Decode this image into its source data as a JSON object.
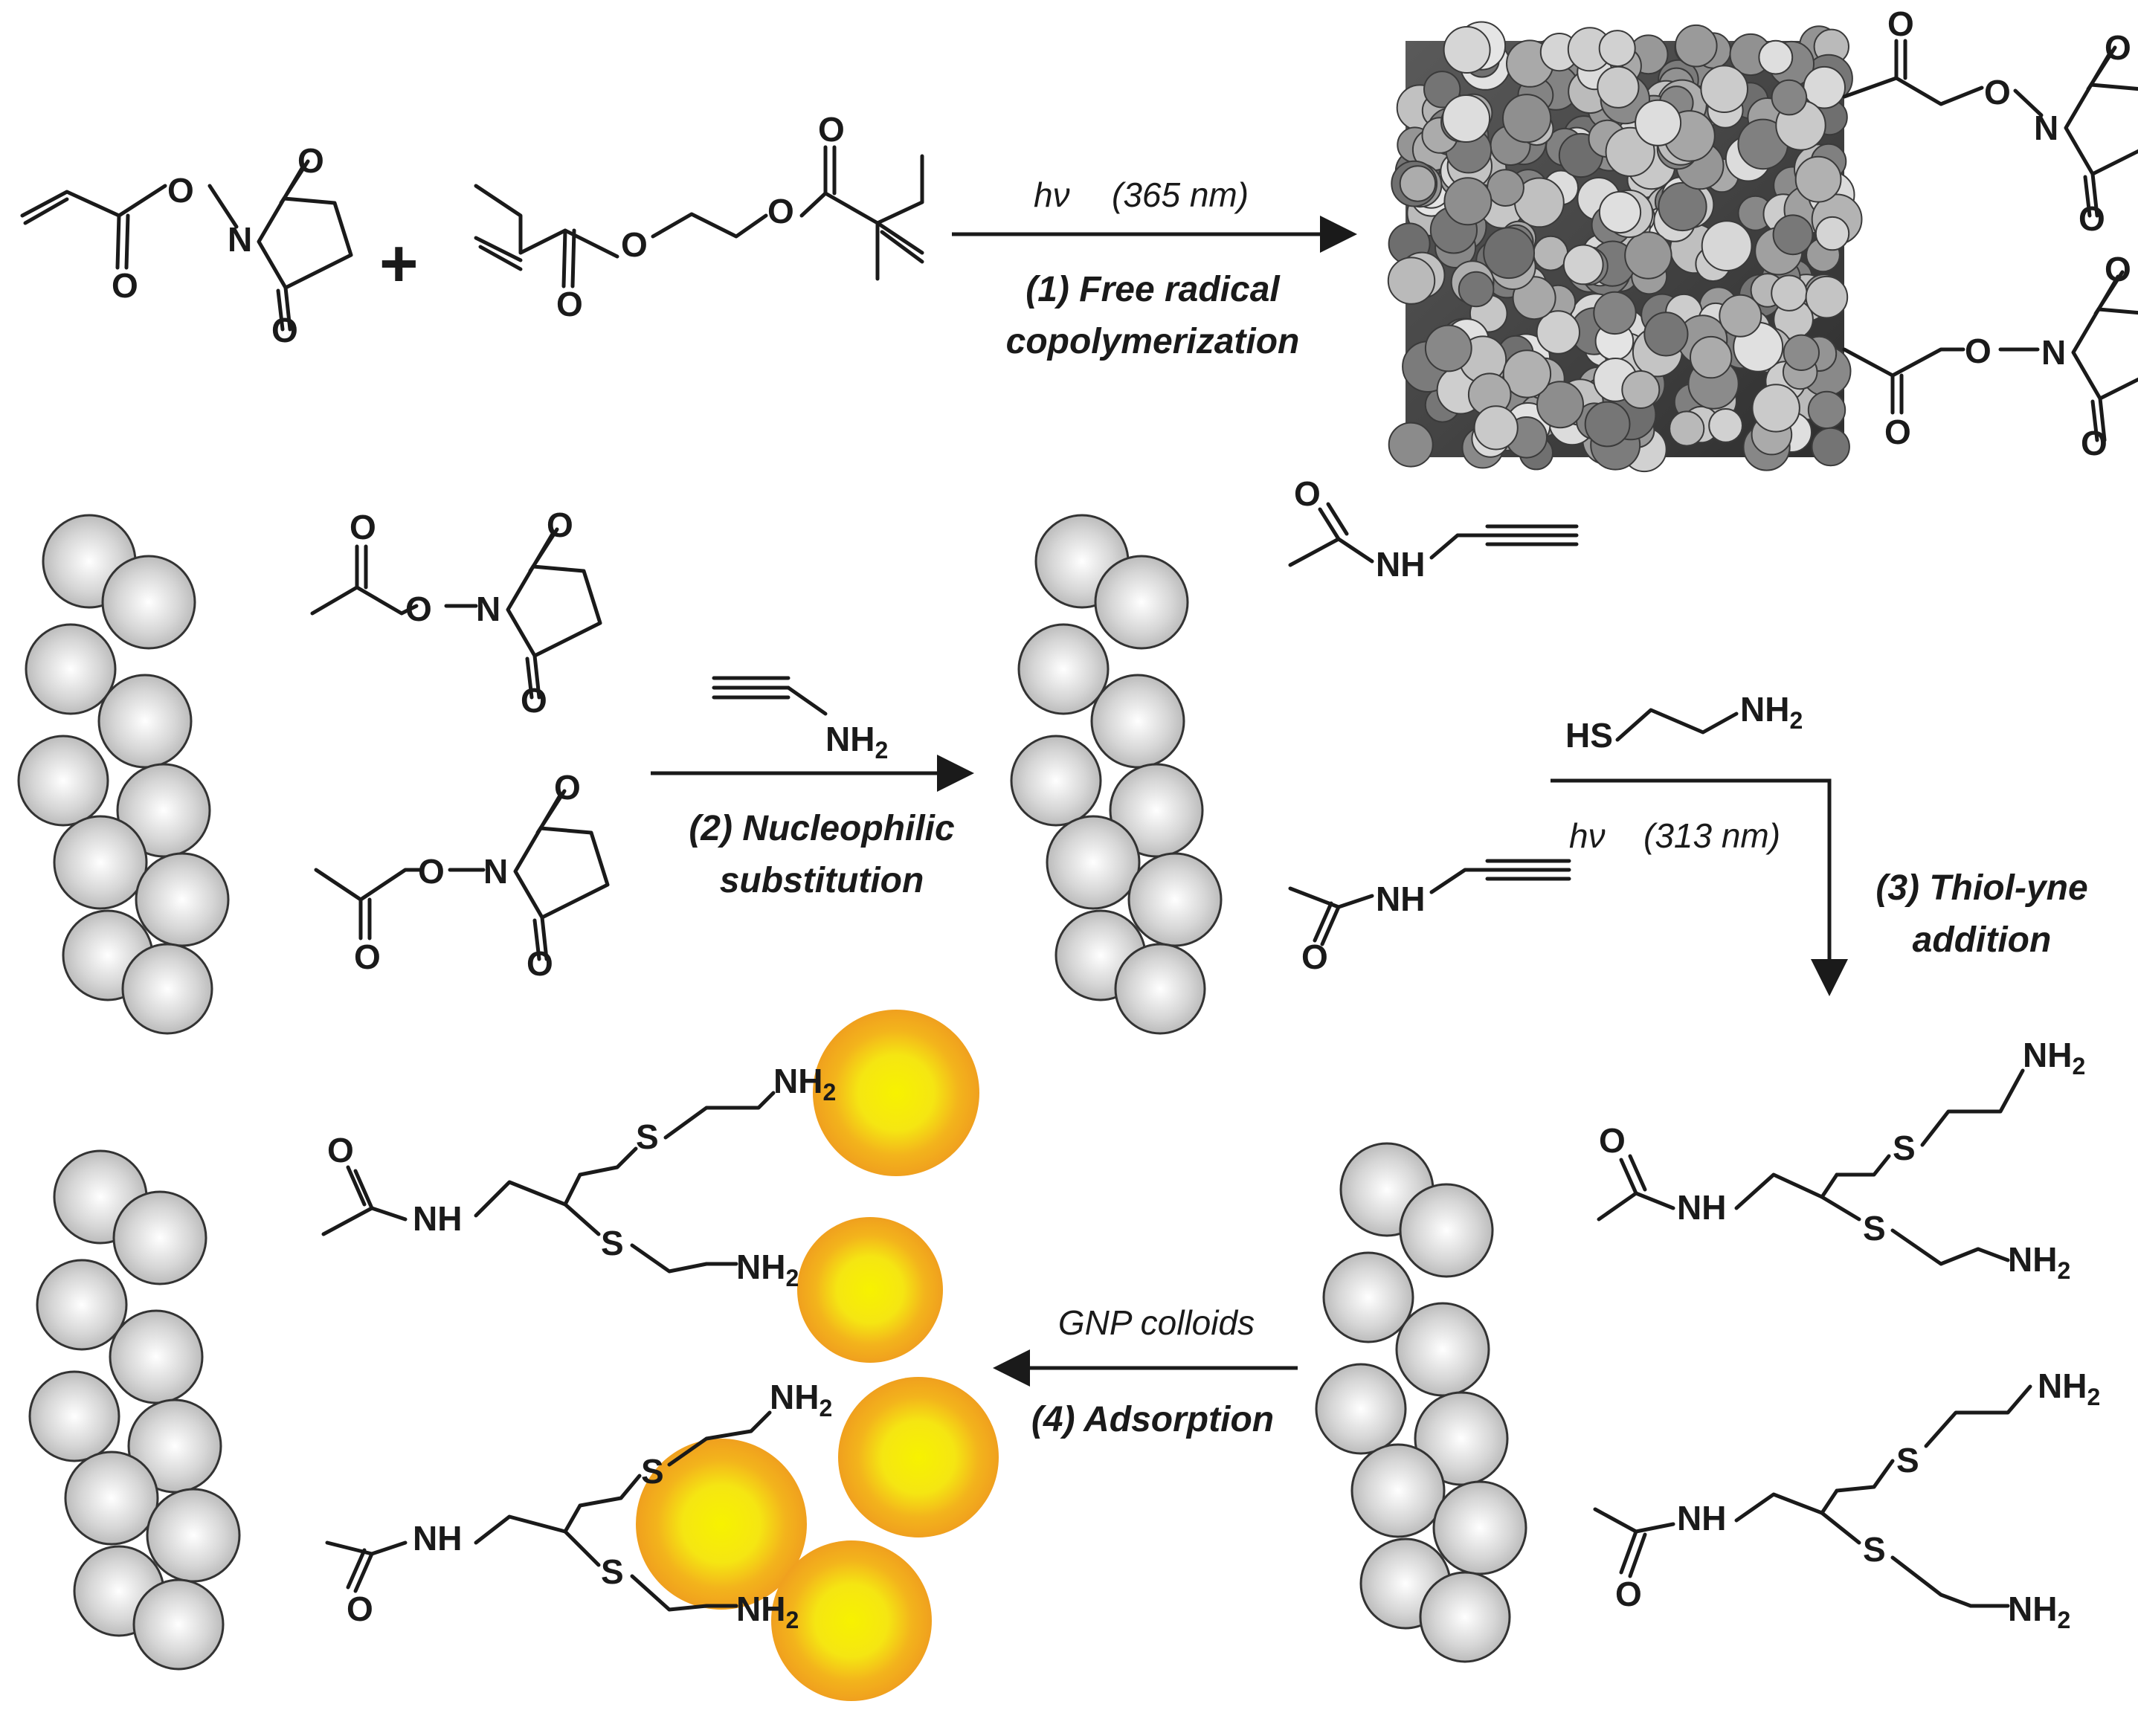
{
  "reaction": {
    "plus": "+",
    "step1": {
      "condition_symbol": "hν",
      "condition_value": "(365 nm)",
      "line1": "(1) Free radical",
      "line2": "copolymerization"
    },
    "step2": {
      "line1": "(2) Nucleophilic",
      "line2": "substitution"
    },
    "step3": {
      "condition_symbol": "hν",
      "condition_value": "(313 nm)",
      "line1": "(3) Thiol-yne",
      "line2": "addition"
    },
    "step4": {
      "condition": "GNP colloids",
      "label": "(4) Adsorption"
    }
  },
  "atoms": {
    "oxygen": "O",
    "nitrogen": "N",
    "sulfur": "S",
    "amide": "NH",
    "amine": "NH",
    "amine_subscript": "2",
    "thiol": "HS"
  },
  "colors": {
    "bead": "#c8c8c8",
    "bead_highlight": "#ffffff",
    "gold_core": "#f5ee10",
    "gold_rim": "#f2a71c",
    "ink": "#1a1a1a"
  }
}
